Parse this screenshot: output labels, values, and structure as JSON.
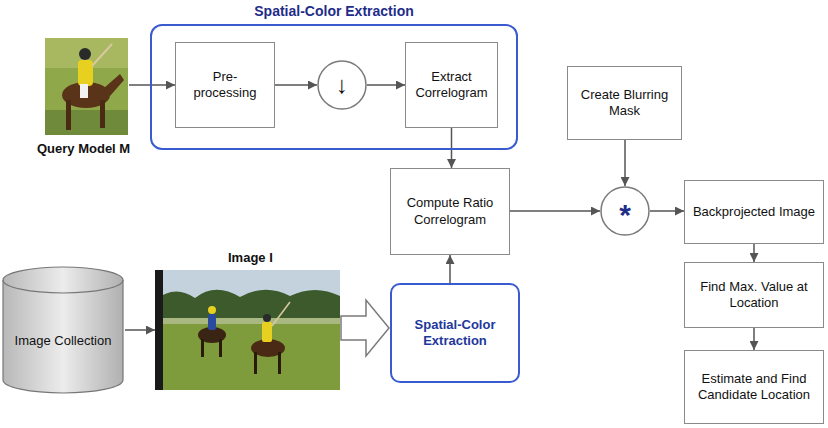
{
  "diagram": {
    "nodes": [
      {
        "text": [
          "Spatial-Color Extraction"
        ]
      },
      {
        "text": [
          "Pre- processing"
        ],
        "in": 0
      },
      {
        "text": [
          "↓"
        ],
        "in": 0
      },
      {
        "text": [
          "Extract Correlogram"
        ],
        "in": 0
      },
      {
        "text": [
          "Create Blurring Mask"
        ]
      },
      {
        "text": [
          "Compute Ratio Correlogram"
        ]
      },
      {
        "text": [
          "*"
        ]
      },
      {
        "text": [
          "Backprojected Image"
        ]
      },
      {
        "text": [
          "Image Collection"
        ]
      },
      {
        "text": [
          "Spatial-Color Extraction"
        ]
      },
      {
        "text": [
          "Find Max. Value at Location"
        ]
      },
      {
        "text": [
          "Estimate and Find Candidate Location"
        ]
      }
    ],
    "edges": [
      {
        "from": 1,
        "to": 2,
        "arrow": "to"
      },
      {
        "from": 2,
        "to": 3,
        "arrow": "to"
      },
      {
        "from": 3,
        "to": 5,
        "arrow": "to"
      },
      {
        "from": 9,
        "to": 5,
        "arrow": "to"
      },
      {
        "from": 5,
        "to": 6,
        "arrow": "to"
      },
      {
        "from": 4,
        "to": 6,
        "arrow": "to"
      },
      {
        "from": 6,
        "to": 7,
        "arrow": "to"
      },
      {
        "from": 7,
        "to": 10,
        "arrow": "to"
      },
      {
        "from": 10,
        "to": 11,
        "arrow": "to"
      }
    ],
    "labels": [
      "Query Model M",
      "Image I"
    ]
  }
}
